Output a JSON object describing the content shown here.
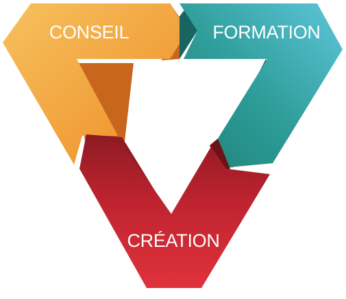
{
  "segments": [
    {
      "id": "conseil",
      "label": "CONSEIL",
      "color_light": "#F6C15E",
      "color_dark": "#EE8C25",
      "shade": "#C9661E"
    },
    {
      "id": "formation",
      "label": "FORMATION",
      "color_light": "#5EC6DA",
      "color_dark": "#1F8278",
      "shade": "#176460"
    },
    {
      "id": "creation",
      "label": "CRÉATION",
      "color_light": "#E0323C",
      "color_dark": "#8E1A22",
      "shade": "#6E1218"
    }
  ]
}
